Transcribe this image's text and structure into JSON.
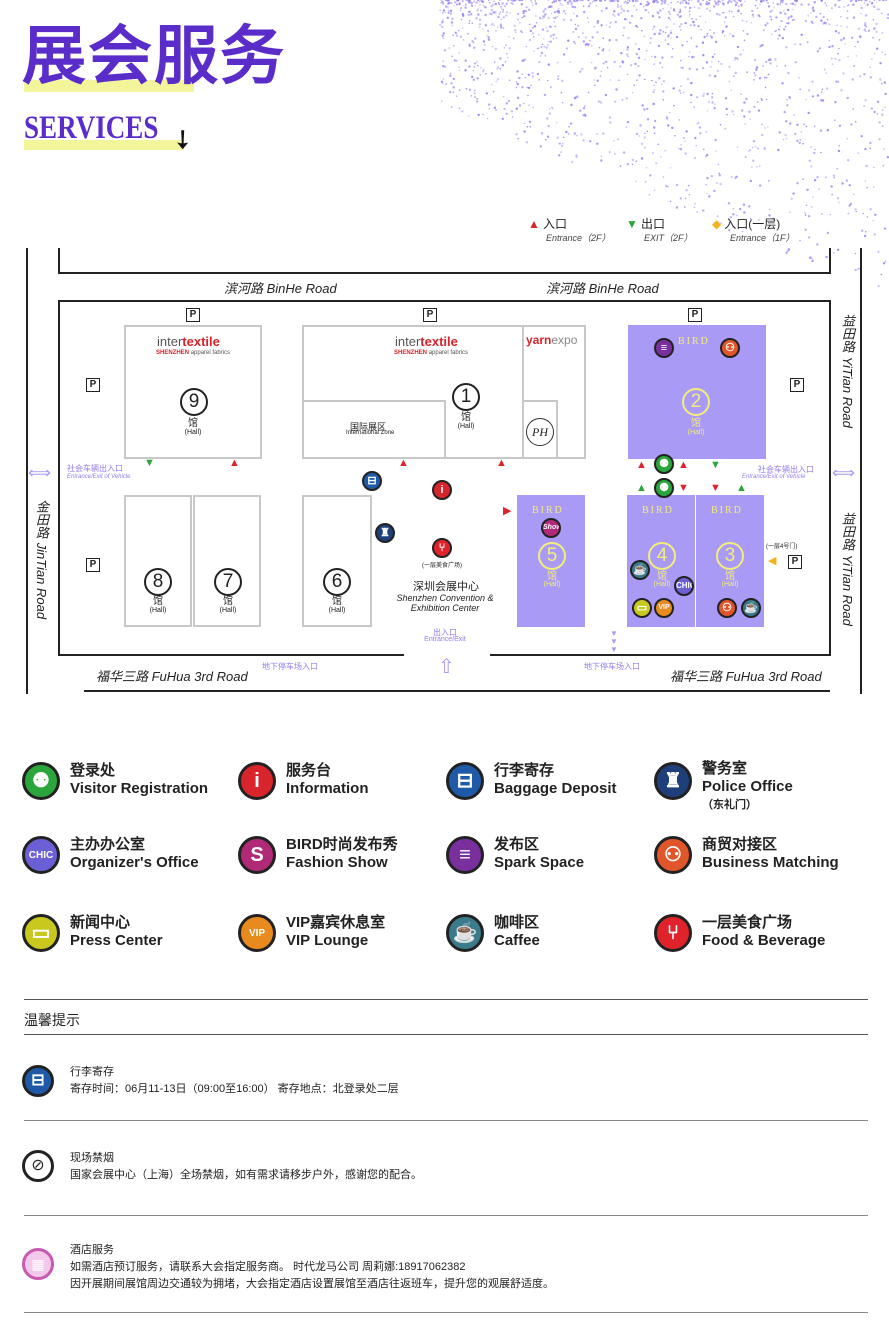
{
  "header": {
    "title_cn": "展会服务",
    "title_en": "SERVICES"
  },
  "legend": [
    {
      "cn": "入口",
      "en": "Entrance（2F）",
      "color": "#e0232a"
    },
    {
      "cn": "出口",
      "en": "EXIT（2F）",
      "color": "#2ba63c"
    },
    {
      "cn": "入口(一层)",
      "en": "Entrance（1F）",
      "color": "#f4b31c"
    }
  ],
  "roads": {
    "binhe": "滨河路 BinHe Road",
    "fuhua": "福华三路 FuHua 3rd Road",
    "jintian": "金田路 JinTian Road",
    "yitian": "益田路 YiTian Road"
  },
  "map": {
    "vehicle_cn": "社会车辆出入口",
    "vehicle_en": "Entrance/Exit of Vehicle",
    "parking_cn": "地下停车场入口",
    "exit_cn": "出入口",
    "exit_en": "Entrance/Exit",
    "center_cn": "深圳会展中心",
    "center_en1": "Shenzhen Convention &",
    "center_en2": "Exhibition Center",
    "intl_cn": "国际展区",
    "intl_en": "International Zone",
    "food_small": "(一层美食广场)",
    "gate_small": "(一层4号门)",
    "hall_cn": "馆",
    "hall_en": "(Hall)",
    "p": "P",
    "bird": "BIRD",
    "shows": "Shows",
    "ph": "PH",
    "it_inter": "inter",
    "it_textile": "textile",
    "it_shenzhen": "SHENZHEN",
    "it_apparel": "apparel fabrics",
    "yarn": "yarn",
    "expo": "expo",
    "halls": {
      "h1": "1",
      "h2": "2",
      "h3": "3",
      "h4": "4",
      "h5": "5",
      "h6": "6",
      "h7": "7",
      "h8": "8",
      "h9": "9"
    }
  },
  "services": [
    {
      "cn": "登录处",
      "en": "Visitor Registration",
      "icon": "registration-icon",
      "color": "#2ba63c"
    },
    {
      "cn": "服务台",
      "en": "Information",
      "icon": "information-icon",
      "color": "#d8242b"
    },
    {
      "cn": "行李寄存",
      "en": "Baggage Deposit",
      "icon": "baggage-icon",
      "color": "#1e5aa8"
    },
    {
      "cn": "警务室",
      "en": "Police Office",
      "sub": "（东礼门）",
      "icon": "police-icon",
      "color": "#1e3f7a"
    },
    {
      "cn": "主办办公室",
      "en": "Organizer's Office",
      "icon": "organizer-icon",
      "color": "#6b5fd6"
    },
    {
      "cn": "BIRD时尚发布秀",
      "en": "Fashion Show",
      "icon": "fashion-show-icon",
      "color": "#b02a78"
    },
    {
      "cn": "发布区",
      "en": "Spark Space",
      "icon": "spark-space-icon",
      "color": "#7a2f9e"
    },
    {
      "cn": "商贸对接区",
      "en": "Business Matching",
      "icon": "business-matching-icon",
      "color": "#e0552a"
    },
    {
      "cn": "新闻中心",
      "en": "Press Center",
      "icon": "press-center-icon",
      "color": "#c8c81e"
    },
    {
      "cn": "VIP嘉宾休息室",
      "en": "VIP Lounge",
      "icon": "vip-lounge-icon",
      "color": "#e88a1e"
    },
    {
      "cn": "咖啡区",
      "en": "Caffee",
      "icon": "coffee-icon",
      "color": "#3a7a8a"
    },
    {
      "cn": "一层美食广场",
      "en": "Food & Beverage",
      "icon": "food-icon",
      "color": "#e0232a"
    }
  ],
  "tips": {
    "heading": "温馨提示",
    "baggage": {
      "title": "行李寄存",
      "line1": "寄存时间：06月11-13日（09:00至16:00）   寄存地点：北登录处二层"
    },
    "smoking": {
      "title": "现场禁烟",
      "line1": "国家会展中心（上海）全场禁烟，如有需求请移步户外，感谢您的配合。"
    },
    "hotel": {
      "title": "酒店服务",
      "line1": "如需酒店预订服务，请联系大会指定服务商。 时代龙马公司 周莉娜:18917062382",
      "line2": "因开展期间展馆周边交通较为拥堵，大会指定酒店设置展馆至酒店往返班车，提升您的观展舒适度。"
    }
  }
}
